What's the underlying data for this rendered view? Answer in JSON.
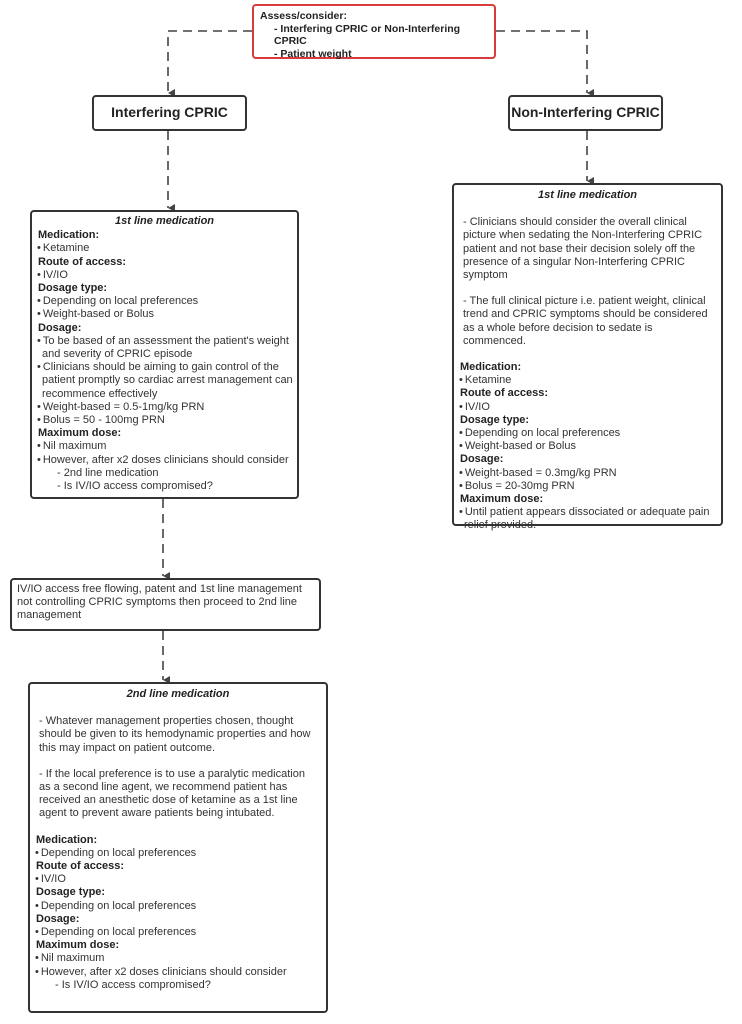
{
  "assess": {
    "heading": "Assess/consider:",
    "items": [
      "- Interfering CPRIC or Non-Interfering CPRIC",
      "- Patient weight"
    ],
    "border_color": "#d93a3a"
  },
  "interfering": {
    "title": "Interfering CPRIC"
  },
  "non_interfering": {
    "title": "Non-Interfering CPRIC"
  },
  "left_first": {
    "title": "1st line medication",
    "paragraphs": [],
    "sections": [
      {
        "heading": "Medication:",
        "bullets": [
          "Ketamine"
        ]
      },
      {
        "heading": "Route of access:",
        "bullets": [
          "IV/IO"
        ]
      },
      {
        "heading": "Dosage type:",
        "bullets": [
          "Depending on local preferences",
          "Weight-based or Bolus"
        ]
      },
      {
        "heading": "Dosage:",
        "bullets": [
          "To be based of an assessment the patient's weight and severity of CPRIC episode",
          "Clinicians should be aiming to gain control of the patient promptly so cardiac arrest management can recommence effectively",
          "Weight-based = 0.5-1mg/kg PRN",
          "Bolus = 50 - 100mg PRN"
        ]
      },
      {
        "heading": "Maximum dose:",
        "bullets": [
          "Nil maximum",
          "However, after x2 doses clinicians should consider"
        ],
        "subs": [
          "- 2nd line medication",
          "- Is IV/IO access compromised?"
        ]
      }
    ]
  },
  "right_first": {
    "title": "1st line medication",
    "paragraphs": [
      "- Clinicians should consider the overall clinical picture when sedating the Non-Interfering CPRIC patient and not base their decision solely off the presence of a singular Non-Interfering CPRIC symptom",
      "- The full clinical picture i.e. patient weight, clinical trend and CPRIC symptoms should be considered as a whole before decision to sedate is commenced."
    ],
    "sections": [
      {
        "heading": "Medication:",
        "bullets": [
          "Ketamine"
        ]
      },
      {
        "heading": "Route of access:",
        "bullets": [
          "IV/IO"
        ]
      },
      {
        "heading": "Dosage type:",
        "bullets": [
          "Depending on local preferences",
          "Weight-based or Bolus"
        ]
      },
      {
        "heading": "Dosage:",
        "bullets": [
          "Weight-based = 0.3mg/kg PRN",
          "Bolus = 20-30mg PRN"
        ]
      },
      {
        "heading": "Maximum dose:",
        "bullets": [
          "Until patient appears dissociated or adequate pain relief provided."
        ]
      }
    ]
  },
  "proceed": {
    "text": "IV/IO access free flowing, patent and 1st line management not controlling CPRIC symptoms then proceed to 2nd line management"
  },
  "second": {
    "title": "2nd line medication",
    "paragraphs": [
      "- Whatever management properties chosen, thought should be given to its hemodynamic properties and how this may impact on patient outcome.",
      "- If the local preference is to use a paralytic medication as a second line agent, we recommend patient has received an anesthetic dose of ketamine as a 1st line agent to prevent aware patients being intubated."
    ],
    "sections": [
      {
        "heading": "Medication:",
        "bullets": [
          "Depending on local preferences"
        ]
      },
      {
        "heading": "Route of access:",
        "bullets": [
          "IV/IO"
        ]
      },
      {
        "heading": "Dosage type:",
        "bullets": [
          "Depending on local preferences"
        ]
      },
      {
        "heading": "Dosage:",
        "bullets": [
          "Depending on local preferences"
        ]
      },
      {
        "heading": "Maximum dose:",
        "bullets": [
          "Nil maximum",
          "However, after x2 doses clinicians should consider"
        ],
        "subs": [
          "- Is IV/IO access compromised?"
        ]
      }
    ]
  }
}
